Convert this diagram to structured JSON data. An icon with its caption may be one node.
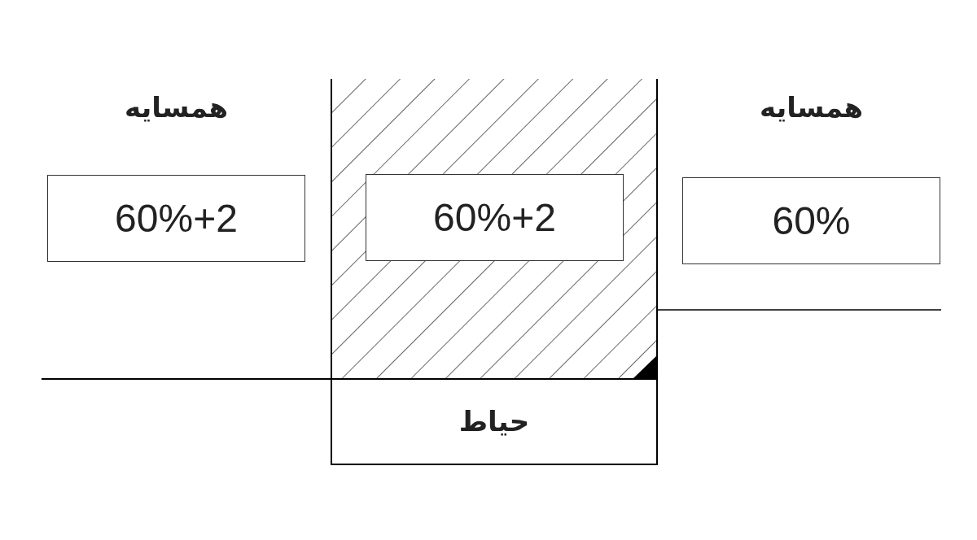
{
  "diagram": {
    "nodes": [
      {
        "text": [
          "همسایه",
          "60%+2"
        ]
      },
      {
        "text": [],
        "shape": "box"
      },
      {
        "text": [
          "60%+2"
        ],
        "in": 1
      },
      {
        "text": [
          "همسایه",
          "60%"
        ]
      },
      {
        "text": [
          "حیاط"
        ]
      }
    ]
  }
}
